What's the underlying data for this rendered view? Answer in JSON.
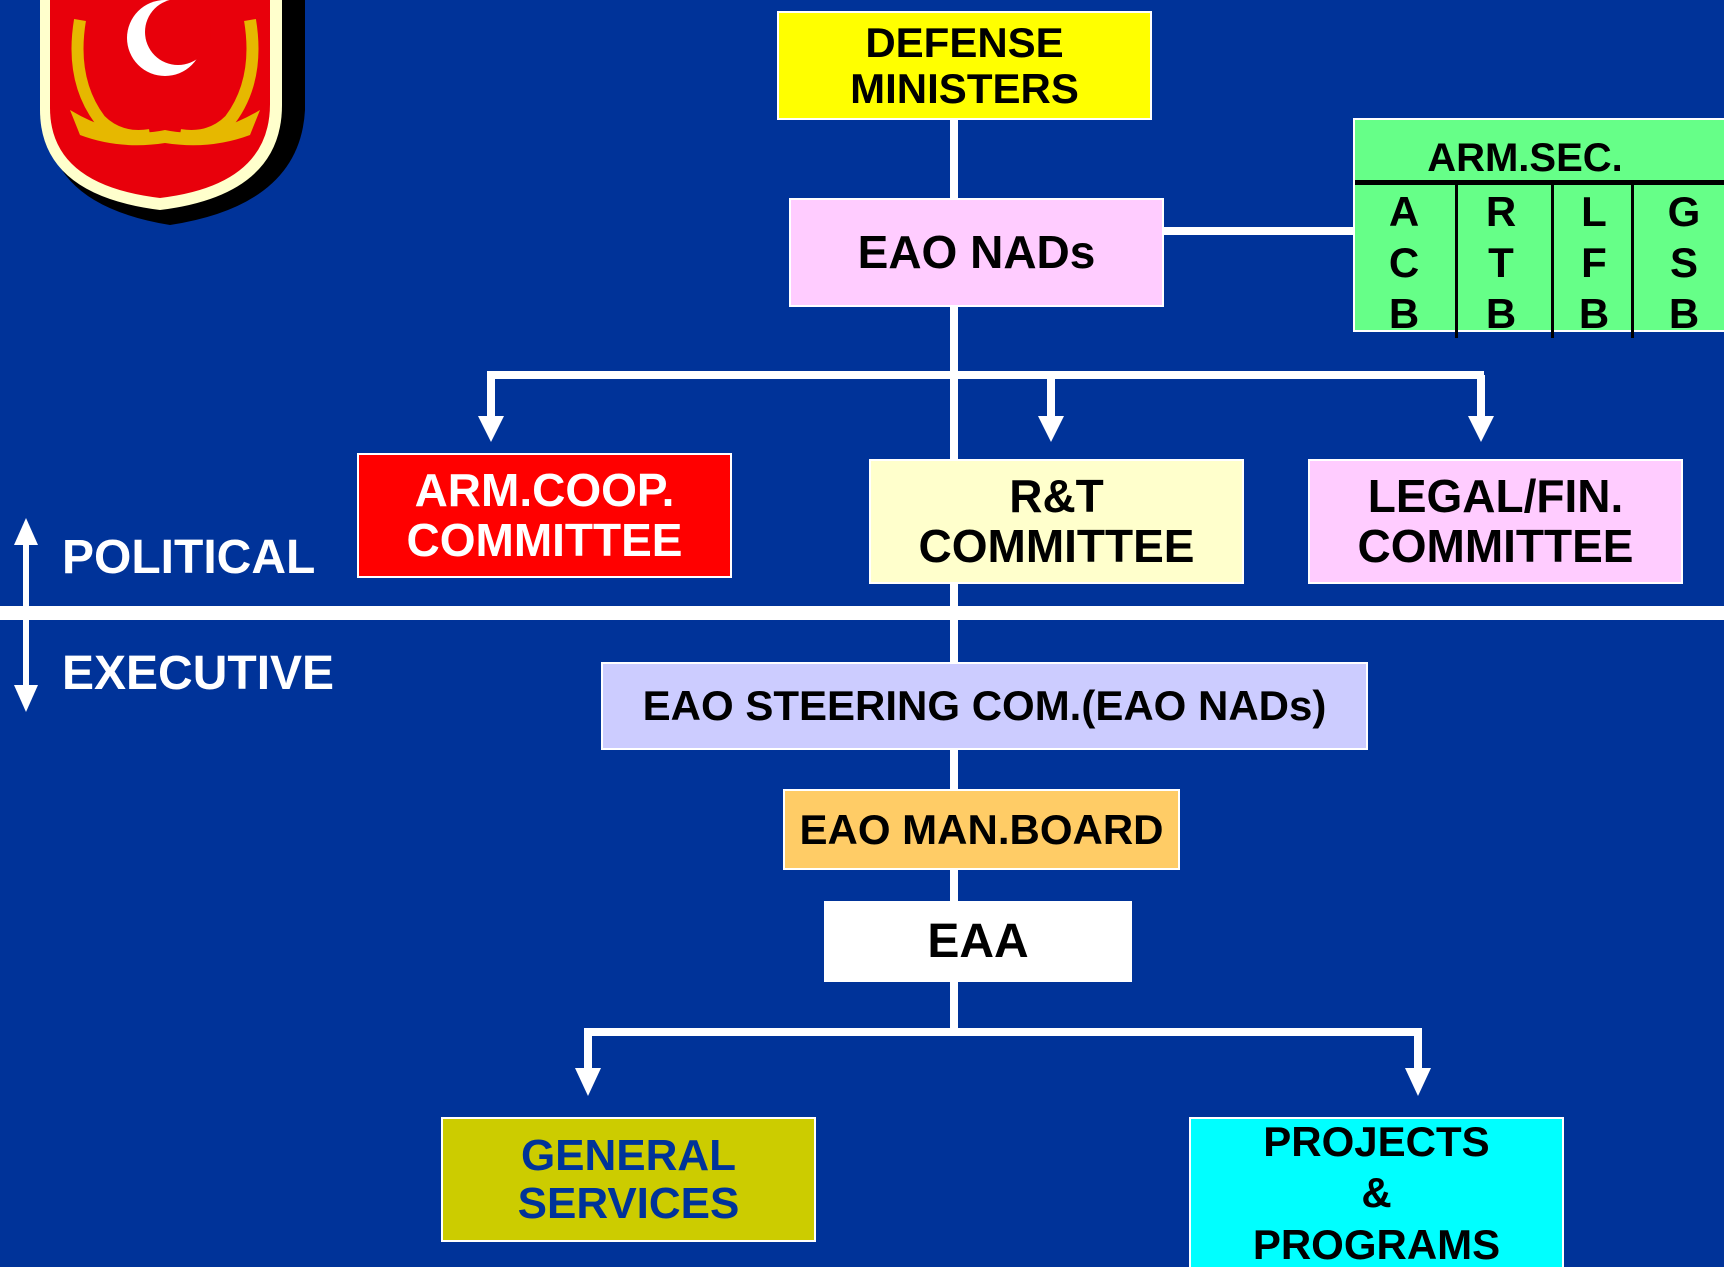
{
  "colors": {
    "background": "#003399",
    "connector": "#ffffff"
  },
  "emblem": {
    "icon": "crescent-star-shield-icon"
  },
  "zones": {
    "political": "POLITICAL",
    "executive": "EXECUTIVE"
  },
  "nodes": {
    "defense_ministers": {
      "lines": [
        "DEFENSE",
        "MINISTERS"
      ],
      "fill": "#ffff00",
      "text_color": "#000000"
    },
    "eao_nads": {
      "lines": [
        "EAO NADs"
      ],
      "fill": "#ffccff",
      "text_color": "#000000"
    },
    "arm_coop": {
      "lines": [
        "ARM.COOP.",
        "COMMITTEE"
      ],
      "fill": "#ff0000",
      "text_color": "#ffffff"
    },
    "rt_committee": {
      "lines": [
        "R&T",
        "COMMITTEE"
      ],
      "fill": "#ffffcc",
      "text_color": "#000000"
    },
    "legal_fin": {
      "lines": [
        "LEGAL/FIN.",
        "COMMITTEE"
      ],
      "fill": "#ffccff",
      "text_color": "#000000"
    },
    "steering": {
      "lines": [
        "EAO STEERING COM.(EAO NADs)"
      ],
      "fill": "#ccccff",
      "text_color": "#000000"
    },
    "man_board": {
      "lines": [
        "EAO MAN.BOARD"
      ],
      "fill": "#ffcc66",
      "text_color": "#000000"
    },
    "eaa": {
      "lines": [
        "EAA"
      ],
      "fill": "#ffffff",
      "text_color": "#000000"
    },
    "general_services": {
      "lines": [
        "GENERAL",
        "SERVICES"
      ],
      "fill": "#cccc00",
      "text_color": "#003399"
    },
    "projects": {
      "lines": [
        "PROJECTS",
        "&",
        "PROGRAMS"
      ],
      "fill": "#00ffff",
      "text_color": "#000000"
    }
  },
  "arm_sec": {
    "title": "ARM.SEC.",
    "fill": "#66ff88",
    "columns": [
      [
        "A",
        "C",
        "B"
      ],
      [
        "R",
        "T",
        "B"
      ],
      [
        "L",
        "F",
        "B"
      ],
      [
        "G",
        "S",
        "B"
      ]
    ]
  }
}
